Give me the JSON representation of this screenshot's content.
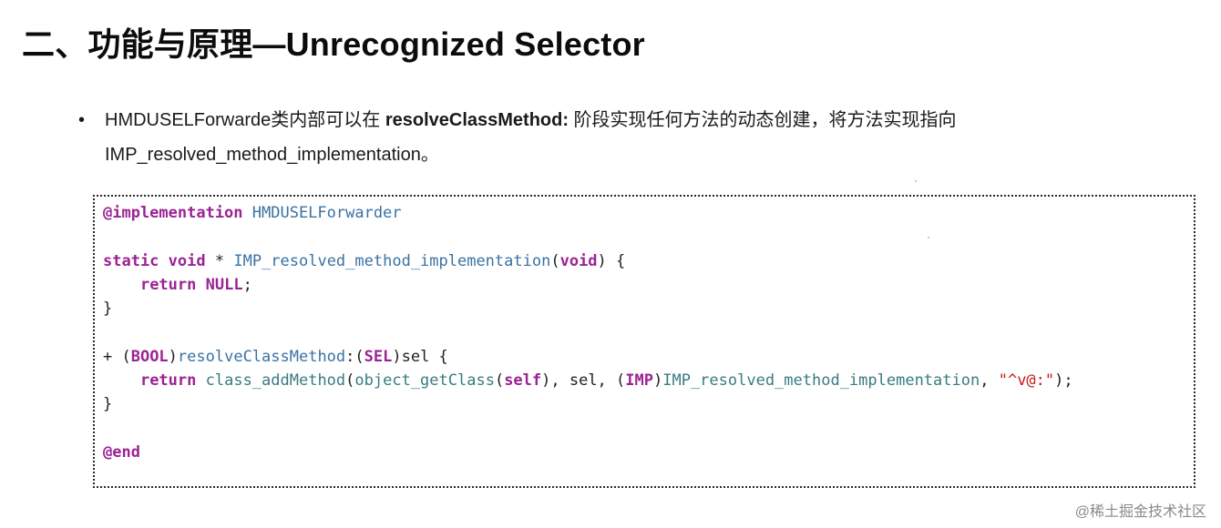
{
  "title": "二、功能与原理—Unrecognized Selector",
  "bullet": {
    "marker": "•",
    "part1": "HMDUSELForwarde类内部可以在 ",
    "bold": "resolveClassMethod:",
    "part2": " 阶段实现任何方法的动态创建，将方法实现指向",
    "line2": "IMP_resolved_method_implementation。"
  },
  "code": {
    "l1_kw": "@implementation",
    "l1_name": " HMDUSELForwarder",
    "l3_kw1": "static",
    "l3_kw2": "void",
    "l3_star": " * ",
    "l3_fn": "IMP_resolved_method_implementation",
    "l3_open": "(",
    "l3_kw3": "void",
    "l3_close": ") {",
    "l4_kw": "return",
    "l4_val": "NULL",
    "l4_end": ";",
    "l5": "}",
    "l7_plus": "+ (",
    "l7_type": "BOOL",
    "l7_close": ")",
    "l7_fn": "resolveClassMethod",
    "l7_colon": ":(",
    "l7_type2": "SEL",
    "l7_rest": ")sel {",
    "l8_kw": "return",
    "l8_fn1": "class_addMethod",
    "l8_p1": "(",
    "l8_fn2": "object_getClass",
    "l8_p2": "(",
    "l8_self": "self",
    "l8_p3": "), sel, (",
    "l8_imp": "IMP",
    "l8_p4": ")",
    "l8_fn3": "IMP_resolved_method_implementation",
    "l8_comma": ", ",
    "l8_str": "\"^v@:\"",
    "l8_end": ");",
    "l9": "}",
    "l11_kw": "@end"
  },
  "watermark": "@稀土掘金技术社区"
}
